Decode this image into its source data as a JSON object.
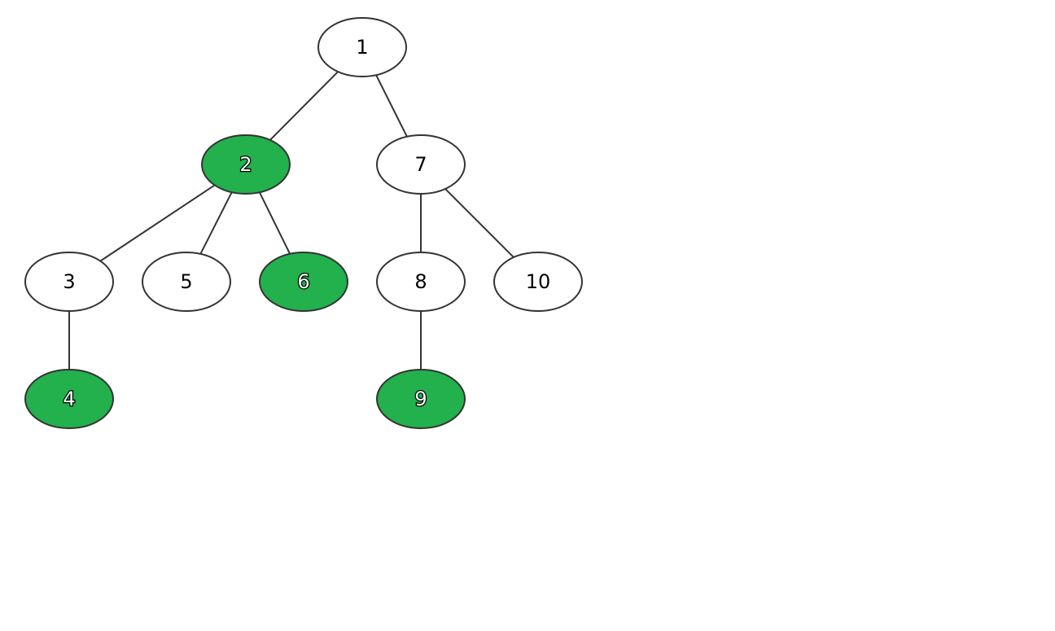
{
  "diagram": {
    "type": "tree",
    "colors": {
      "highlight": "#22b14c",
      "plain": "#ffffff",
      "stroke": "#333333"
    },
    "nodes": [
      {
        "id": "n1",
        "label": "1",
        "highlighted": false
      },
      {
        "id": "n2",
        "label": "2",
        "highlighted": true
      },
      {
        "id": "n7",
        "label": "7",
        "highlighted": false
      },
      {
        "id": "n3",
        "label": "3",
        "highlighted": false
      },
      {
        "id": "n5",
        "label": "5",
        "highlighted": false
      },
      {
        "id": "n6",
        "label": "6",
        "highlighted": true
      },
      {
        "id": "n8",
        "label": "8",
        "highlighted": false
      },
      {
        "id": "n10",
        "label": "10",
        "highlighted": false
      },
      {
        "id": "n4",
        "label": "4",
        "highlighted": true
      },
      {
        "id": "n9",
        "label": "9",
        "highlighted": true
      }
    ],
    "edges": [
      {
        "from": "n1",
        "to": "n2"
      },
      {
        "from": "n1",
        "to": "n7"
      },
      {
        "from": "n2",
        "to": "n3"
      },
      {
        "from": "n2",
        "to": "n5"
      },
      {
        "from": "n2",
        "to": "n6"
      },
      {
        "from": "n7",
        "to": "n8"
      },
      {
        "from": "n7",
        "to": "n10"
      },
      {
        "from": "n3",
        "to": "n4"
      },
      {
        "from": "n8",
        "to": "n9"
      }
    ]
  }
}
